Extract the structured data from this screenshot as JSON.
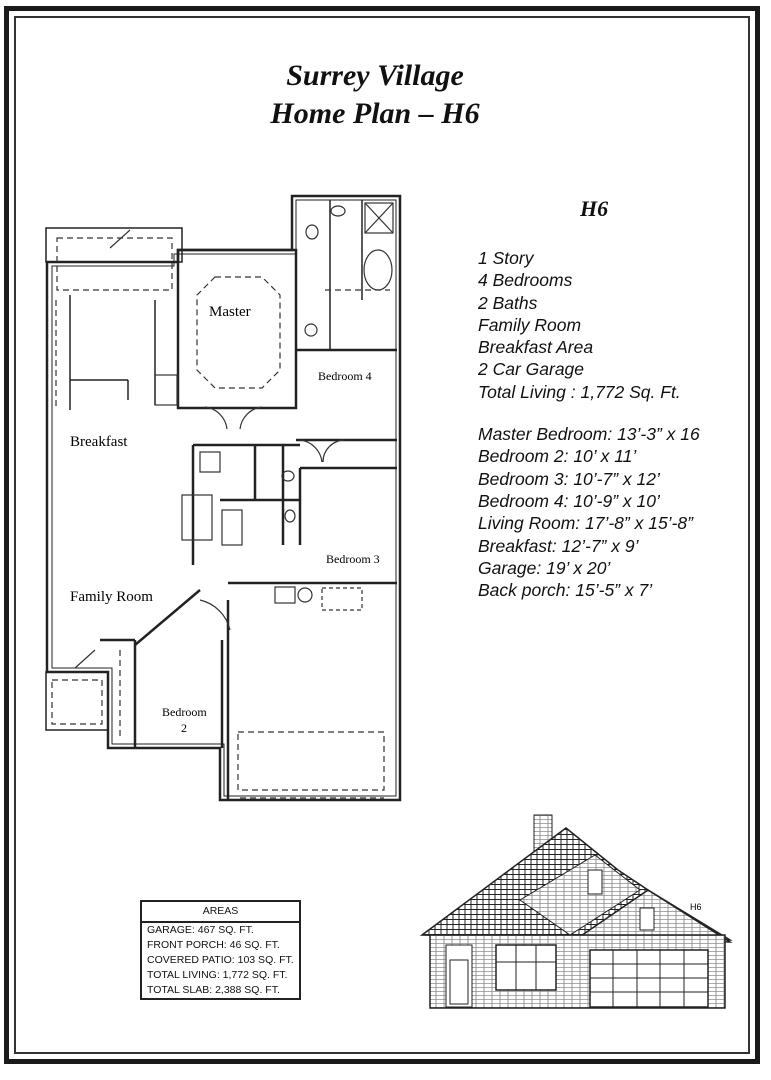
{
  "title": {
    "line1": "Surrey Village",
    "line2": "Home Plan – H6"
  },
  "plan_code": "H6",
  "features": [
    "1 Story",
    "4 Bedrooms",
    "2 Baths",
    "Family Room",
    "Breakfast Area",
    "2 Car Garage",
    "Total Living :  1,772 Sq. Ft."
  ],
  "dimensions": [
    "Master Bedroom:  13’-3” x 16",
    "Bedroom 2:  10’ x 11’",
    "Bedroom 3:  10’-7” x 12’",
    "Bedroom 4:  10’-9” x 10’",
    "Living Room:  17’-8” x 15’-8”",
    "Breakfast:  12’-7” x 9’",
    "Garage:  19’ x 20’",
    "Back porch:  15’-5” x 7’"
  ],
  "rooms": {
    "master": "Master",
    "bedroom4": "Bedroom 4",
    "breakfast": "Breakfast",
    "bedroom3": "Bedroom 3",
    "family": "Family Room",
    "bedroom2_a": "Bedroom",
    "bedroom2_b": "2"
  },
  "areas": {
    "header": "AREAS",
    "rows": [
      "GARAGE: 467 SQ. FT.",
      "FRONT PORCH: 46 SQ. FT.",
      "COVERED PATIO: 103 SQ. FT.",
      "TOTAL LIVING: 1,772 SQ. FT.",
      "TOTAL SLAB: 2,388 SQ. FT."
    ]
  },
  "elevation_label": "H6"
}
